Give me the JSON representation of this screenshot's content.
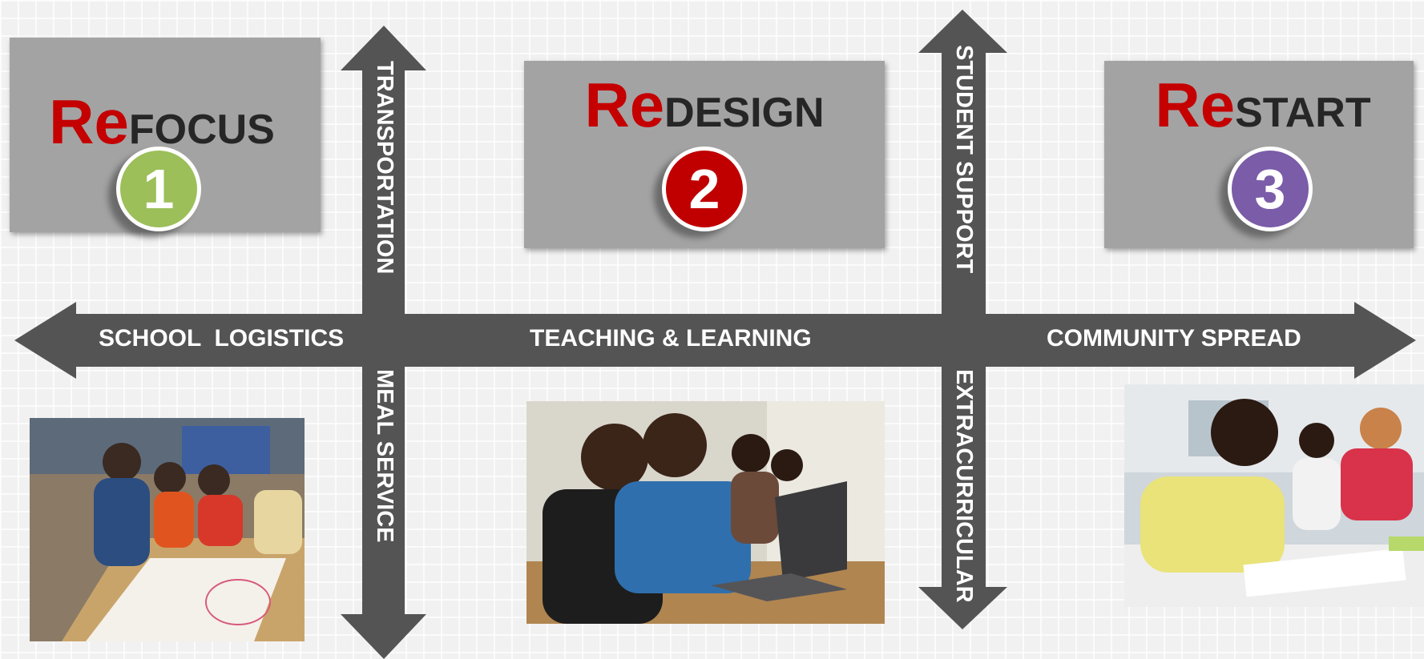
{
  "panels": [
    {
      "prefix": "Re",
      "word": "FOCUS",
      "number": "1",
      "badge_color": "#9cbf5a"
    },
    {
      "prefix": "Re",
      "word": "DESIGN",
      "number": "2",
      "badge_color": "#c00000"
    },
    {
      "prefix": "Re",
      "word": "START",
      "number": "3",
      "badge_color": "#7a5ca8"
    }
  ],
  "axis": {
    "horizontal": [
      "SCHOOL  LOGISTICS",
      "TEACHING & LEARNING",
      "COMMUNITY SPREAD"
    ],
    "left_vertical_top": "TRANSPORTATION",
    "left_vertical_bottom": "MEAL SERVICE",
    "right_vertical_top": "STUDENT SUPPORT",
    "right_vertical_bottom": "EXTRACURRICULAR"
  },
  "colors": {
    "arrow": "#545454",
    "accent_red": "#c40000",
    "panel": "#a3a3a3"
  }
}
